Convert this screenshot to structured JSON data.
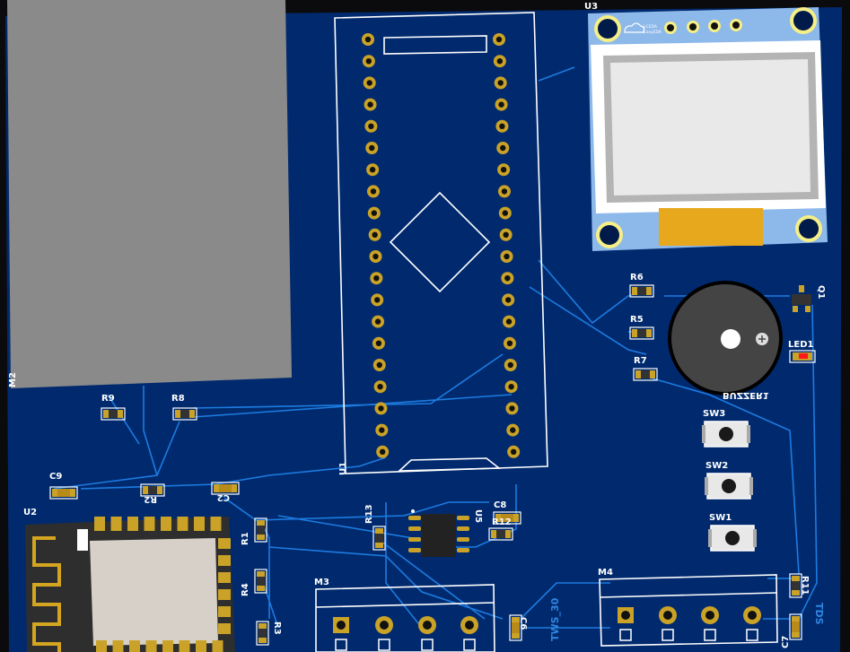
{
  "board": {
    "colors": {
      "board": "#012a6e",
      "trace": "#1d7be0",
      "silk": "#ffffff",
      "pad": "#c9a227",
      "module": "#8a8a8a",
      "oled_pcb": "#8db8ea",
      "led": "#ff1a1a"
    },
    "labels": {
      "u1": "U1",
      "u2": "U2",
      "u3": "U3",
      "u5": "U5",
      "m2": "M2",
      "m3": "M3",
      "m4": "M4",
      "r1": "R1",
      "r2": "R2",
      "r3": "R3",
      "r4": "R4",
      "r5": "R5",
      "r6": "R6",
      "r7": "R7",
      "r8": "R8",
      "r9": "R9",
      "r11": "R11",
      "r12": "R12",
      "r13": "R13",
      "c2": "C2",
      "c6": "C6",
      "c7": "C7",
      "c8": "C8",
      "c9": "C9",
      "sw1": "SW1",
      "sw2": "SW2",
      "sw3": "SW3",
      "led1": "LED1",
      "q1": "Q1",
      "buzzer1": "BUZZER1",
      "tws": "TWS_30",
      "tds": "TDS"
    },
    "logo": {
      "line1": "LCEDA",
      "line2": "EasyEDA"
    }
  }
}
